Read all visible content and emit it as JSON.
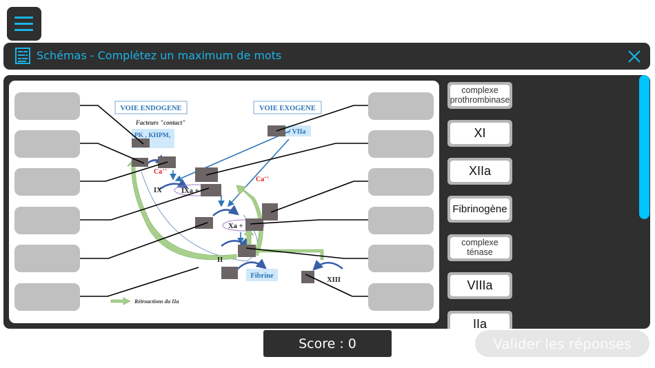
{
  "menu": {
    "icon": "hamburger-menu-icon"
  },
  "titlebar": {
    "icon": "schema-document-icon",
    "title_main": "Schémas",
    "title_sep": " - ",
    "title_sub": "Complétez un maximum de mots",
    "close_icon": "close-x-icon"
  },
  "diagram": {
    "voie_endogene": "VOIE ENDOGENE",
    "voie_exogene": "VOIE EXOGENE",
    "facteurs_contact": "Facteurs \"contact\"",
    "pk_khpm": "PK , KHPM,",
    "vIIa": "/ VIIa",
    "ca1": "Ca",
    "ca2": "Ca",
    "ca_sup": "++",
    "ix": "IX",
    "ixa": "IXa +",
    "xa": "Xa +",
    "ii": "II",
    "fibrine": "Fibrine",
    "xiii": "XIII",
    "legend_retroactions": "Rétroactions du IIa",
    "left_slots_count": 6,
    "right_slots_count": 6
  },
  "word_bank": {
    "items": [
      {
        "label_lines": [
          "complexe",
          "prothrombinase"
        ],
        "size": "small"
      },
      {
        "label_lines": [
          "XI"
        ],
        "size": "big"
      },
      {
        "label_lines": [
          "XIIa"
        ],
        "size": "big"
      },
      {
        "label_lines": [
          "Fibrinogène"
        ],
        "size": "mid"
      },
      {
        "label_lines": [
          "complexe",
          "ténase"
        ],
        "size": "small"
      },
      {
        "label_lines": [
          "VIIIa"
        ],
        "size": "big"
      },
      {
        "label_lines": [
          "IIa"
        ],
        "size": "big"
      }
    ]
  },
  "footer": {
    "score_label": "Score : 0",
    "validate_label": "Valider les réponses"
  },
  "colors": {
    "accent": "#1ab3e6",
    "scrollbar": "#00c4ff",
    "panel": "#2f2f2f",
    "slot": "#c0c0c0",
    "diagram_blue": "#2e75b6",
    "diagram_red": "#e02020",
    "diagram_green": "#a8d08d",
    "placeholder_box": "#6d6565"
  }
}
